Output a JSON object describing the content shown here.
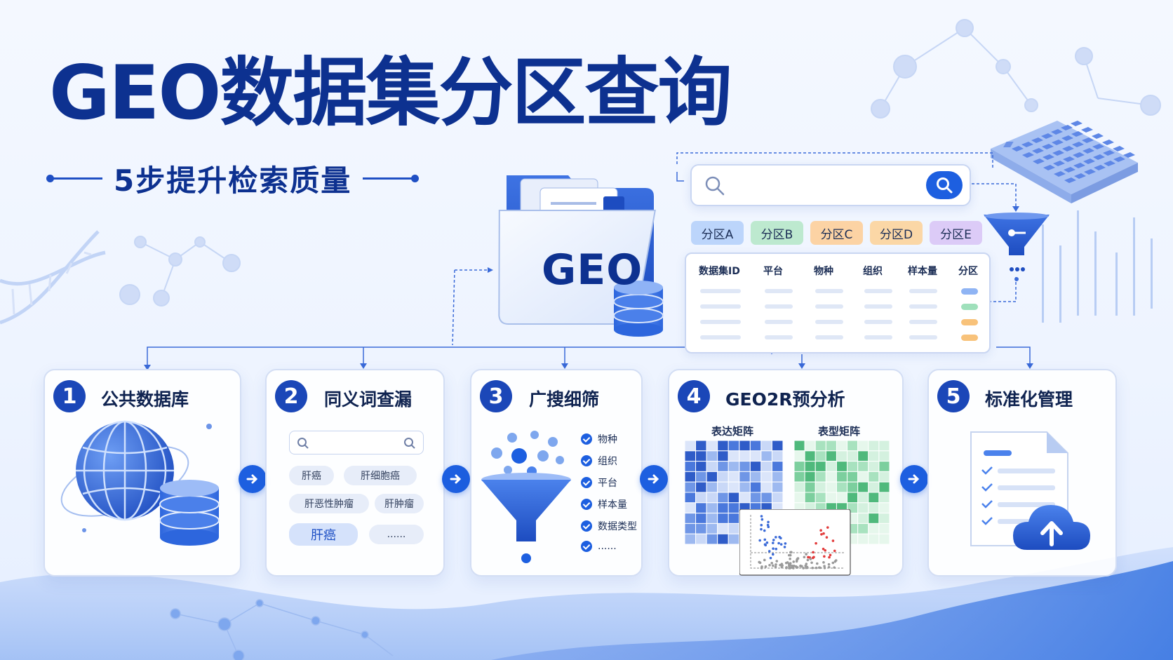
{
  "title": "GEO数据集分区查询",
  "subtitle": "5步提升检索质量",
  "folder_label": "GEO",
  "partition_tags": [
    {
      "label": "分区A",
      "color": "#bcd5fb"
    },
    {
      "label": "分区B",
      "color": "#bde9cf"
    },
    {
      "label": "分区C",
      "color": "#fcd3a4"
    },
    {
      "label": "分区D",
      "color": "#fbd7a6"
    },
    {
      "label": "分区E",
      "color": "#dccbf7"
    }
  ],
  "table": {
    "headers": [
      "数据集ID",
      "平台",
      "物种",
      "组织",
      "样本量",
      "分区"
    ],
    "row_colors": [
      "#8fb4f4",
      "#9fe0bb",
      "#f8c27a",
      "#f8c27a"
    ]
  },
  "steps": [
    {
      "num": "1",
      "title": "公共数据库"
    },
    {
      "num": "2",
      "title": "同义词查漏"
    },
    {
      "num": "3",
      "title": "广搜细筛"
    },
    {
      "num": "4",
      "title": "GEO2R预分析"
    },
    {
      "num": "5",
      "title": "标准化管理"
    }
  ],
  "synonyms": {
    "chips": [
      "肝癌",
      "肝细胞癌",
      "肝恶性肿瘤",
      "肝肿瘤"
    ],
    "highlight": "肝癌",
    "more": "......"
  },
  "filters": [
    "物种",
    "组织",
    "平台",
    "样本量",
    "数据类型",
    "......"
  ],
  "matrices": {
    "expression": "表达矩阵",
    "phenotype": "表型矩阵"
  },
  "colors": {
    "primary": "#1d5fe0",
    "navy": "#0d3190"
  }
}
